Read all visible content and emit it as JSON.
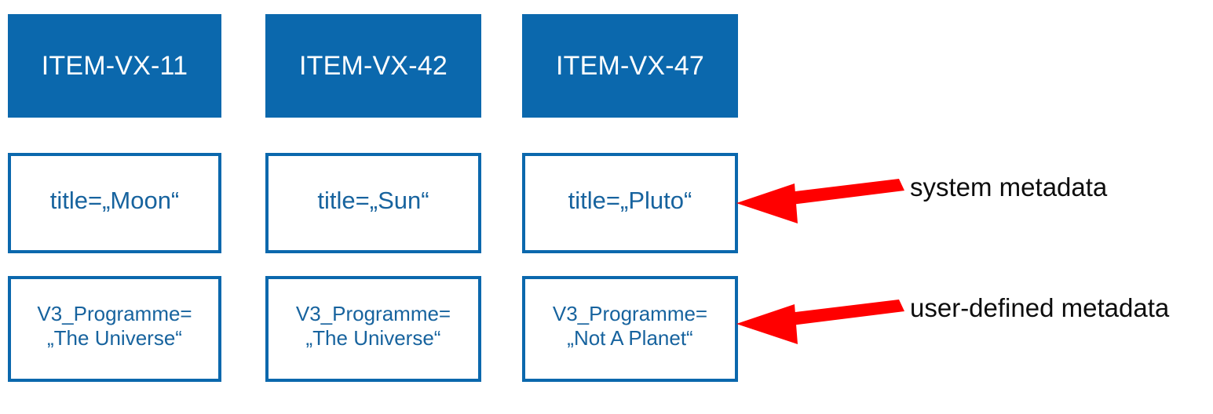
{
  "diagram": {
    "columns": [
      {
        "id_label": "ITEM-VX-11",
        "system_metadata": "title=„Moon“",
        "user_metadata": "V3_Programme=\n„The Universe“"
      },
      {
        "id_label": "ITEM-VX-42",
        "system_metadata": "title=„Sun“",
        "user_metadata": "V3_Programme=\n„The Universe“"
      },
      {
        "id_label": "ITEM-VX-47",
        "system_metadata": "title=„Pluto“",
        "user_metadata": "V3_Programme=\n„Not A Planet“"
      }
    ],
    "annotations": [
      {
        "label": "system metadata"
      },
      {
        "label": "user-defined metadata"
      }
    ],
    "colors": {
      "box_fill": "#0B68AD",
      "box_border": "#0B68AD",
      "box_text": "#17639E",
      "id_text": "#FFFFFF",
      "arrow": "#FF0000",
      "caption_text": "#0D0D0D",
      "background": "#FFFFFF"
    }
  }
}
